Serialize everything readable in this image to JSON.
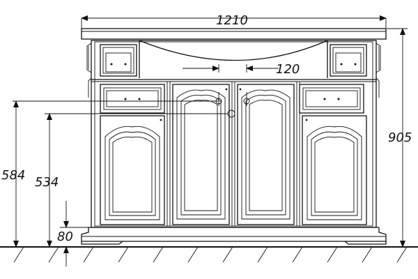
{
  "dimensions": {
    "overall_width": "1210",
    "overall_height": "905",
    "tap_offset": "120",
    "outlet_height_upper": "584",
    "outlet_height_lower": "534",
    "plinth_height": "80"
  }
}
